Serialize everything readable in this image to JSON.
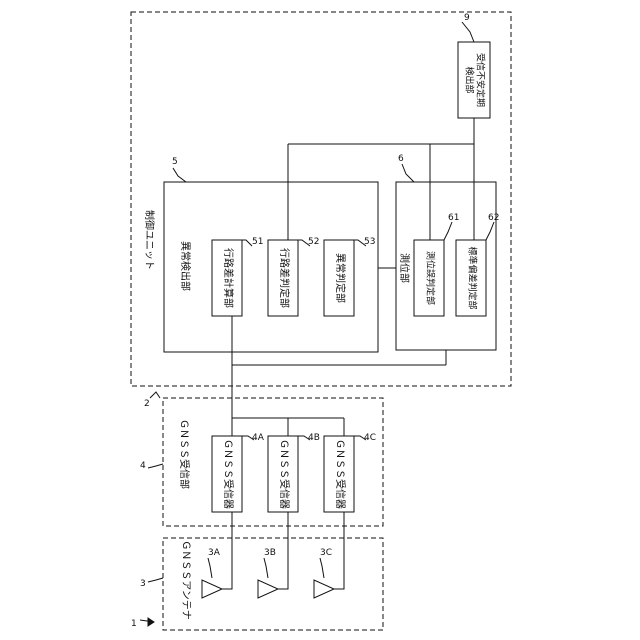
{
  "labels": {
    "figure_ref": "1",
    "antenna_group_ref": "3",
    "antenna_group_title": "ＧＮＳＳアンテナ",
    "antenna_a_ref": "3A",
    "antenna_b_ref": "3B",
    "antenna_c_ref": "3C",
    "receiver_group_ref": "4",
    "receiver_group_title": "ＧＮＳＳ受信部",
    "receiver_a_label": "ＧＮＳＳ受信器",
    "receiver_b_label": "ＧＮＳＳ受信器",
    "receiver_c_label": "ＧＮＳＳ受信器",
    "receiver_a_ref": "4A",
    "receiver_b_ref": "4B",
    "receiver_c_ref": "4C",
    "control_ref": "2",
    "control_title": "制御ユニット",
    "anomaly_ref": "5",
    "anomaly_title": "異常検出部",
    "path_diff_calc_label": "行路差計算部",
    "path_diff_calc_ref": "51",
    "path_diff_judge_label": "行路差判定部",
    "path_diff_judge_ref": "52",
    "anomaly_judge_label": "異常判定部",
    "anomaly_judge_ref": "53",
    "positioning_ref": "6",
    "positioning_title": "測位部",
    "positioning_error_label": "測位誤判定部",
    "positioning_error_ref": "61",
    "std_dev_label": "標準偏差判定部",
    "std_dev_ref": "62",
    "unstable_ref": "9",
    "unstable_label_line1": "受信不安定期",
    "unstable_label_line2": "検出部"
  }
}
